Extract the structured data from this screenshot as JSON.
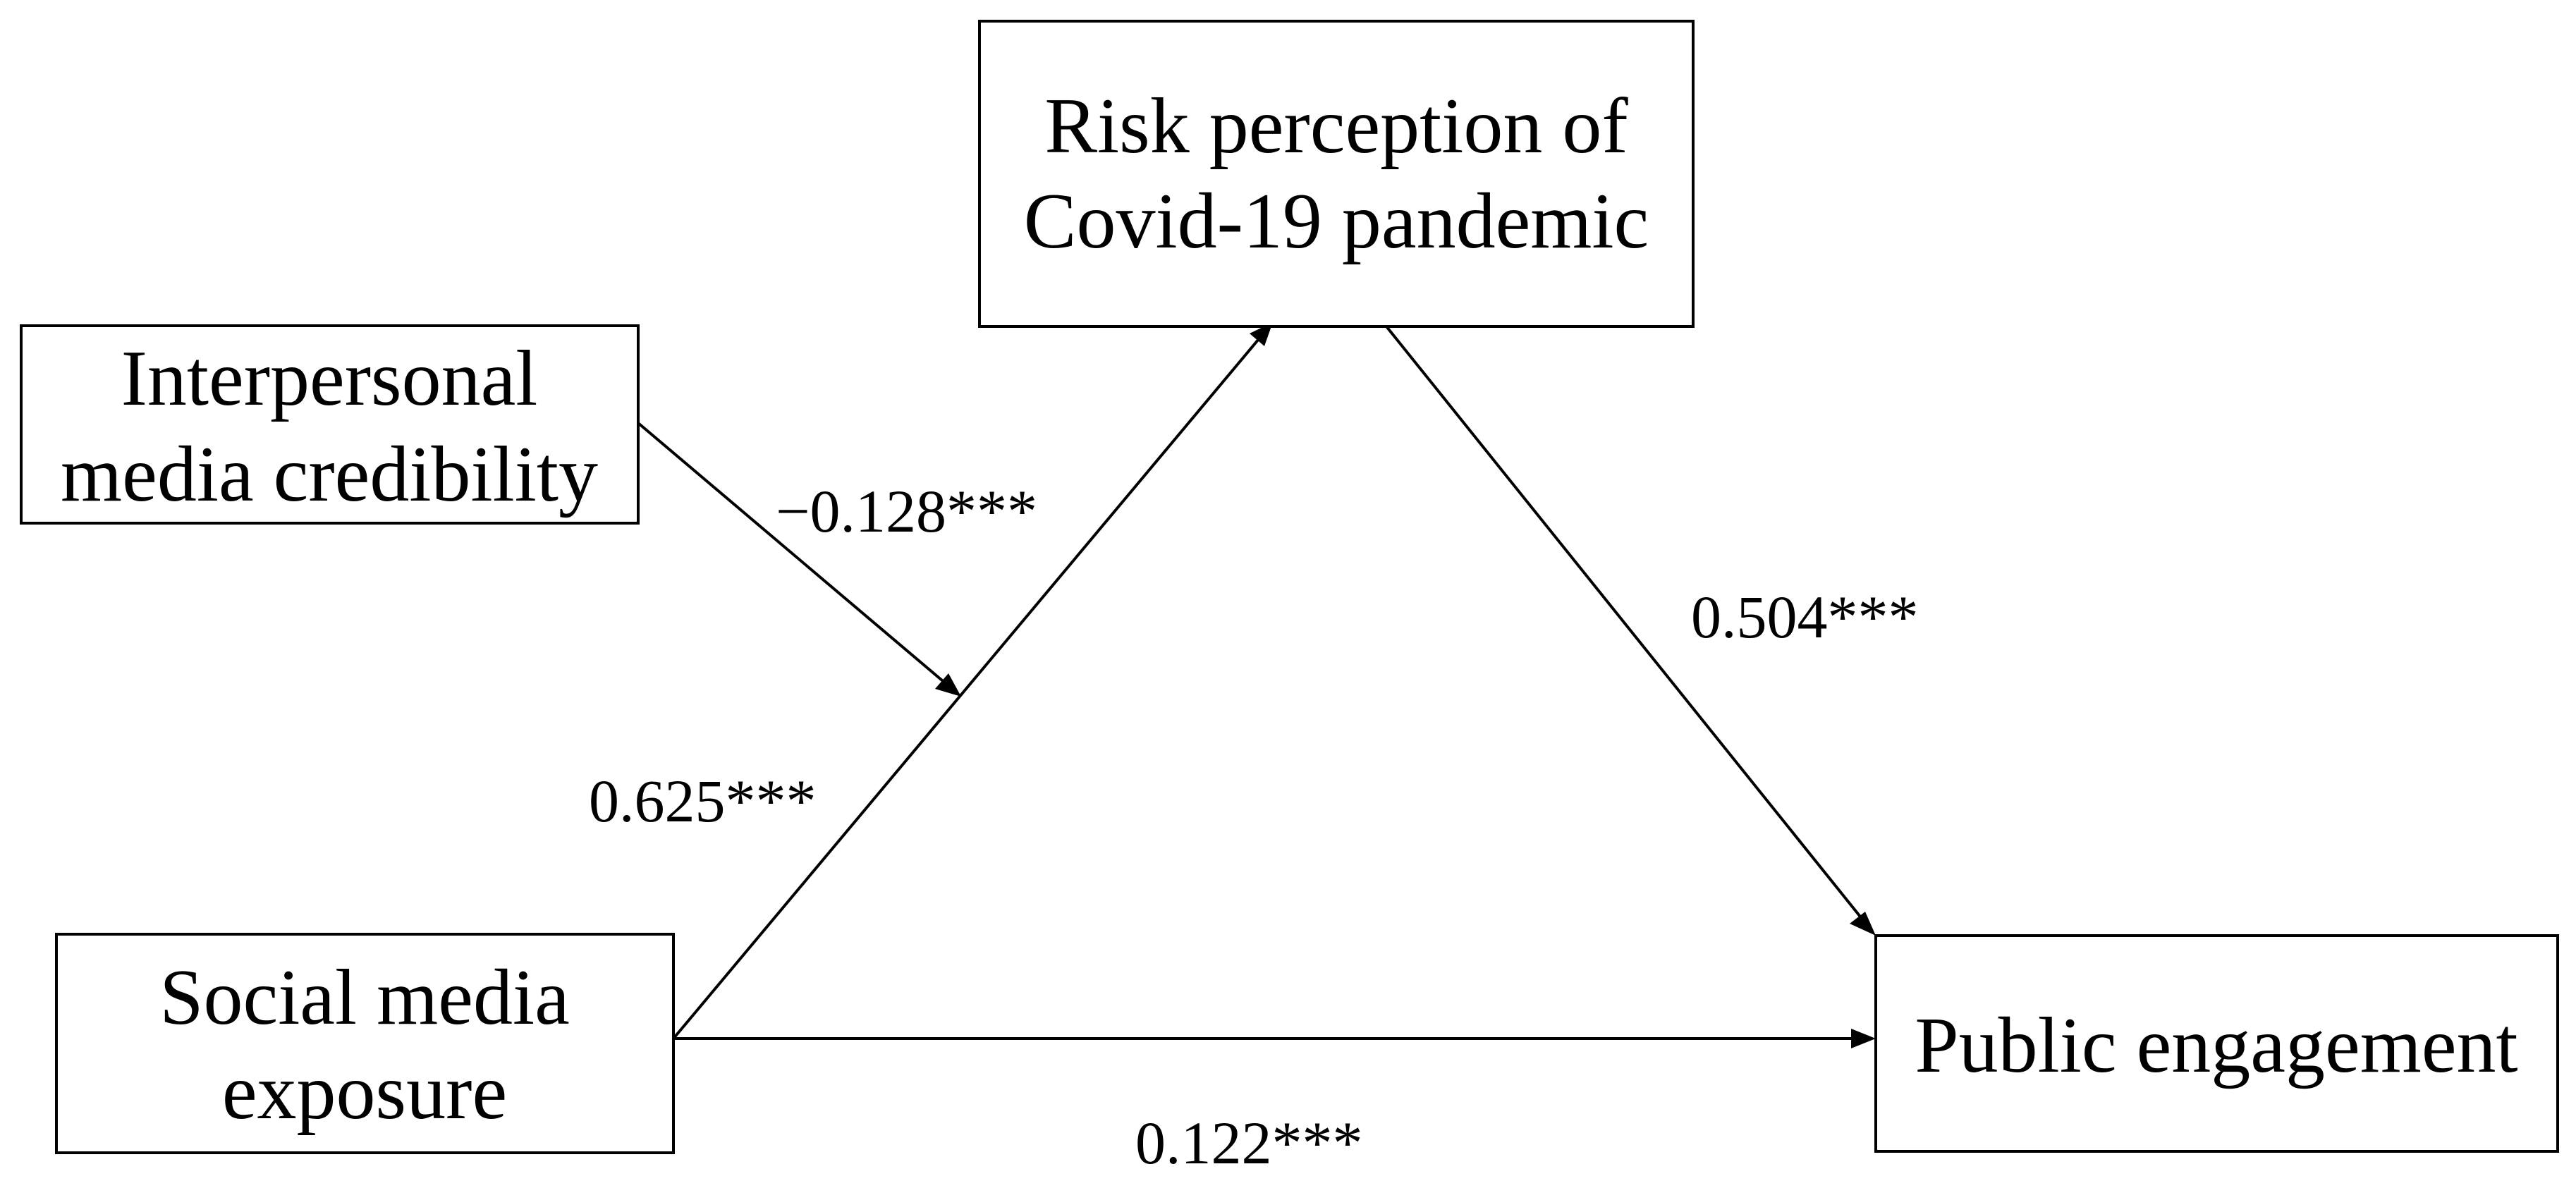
{
  "nodes": {
    "risk": {
      "line1": "Risk perception of",
      "line2": "Covid-19 pandemic"
    },
    "interpersonal": {
      "line1": "Interpersonal",
      "line2": "media credibility"
    },
    "social": {
      "line1": "Social media",
      "line2": "exposure"
    },
    "public": {
      "line1": "Public engagement"
    }
  },
  "coefficients": {
    "moderation": "−0.128***",
    "social_to_risk": "0.625***",
    "risk_to_public": "0.504***",
    "social_to_public": "0.122***"
  },
  "colors": {
    "line": "#000000",
    "background": "#ffffff"
  }
}
